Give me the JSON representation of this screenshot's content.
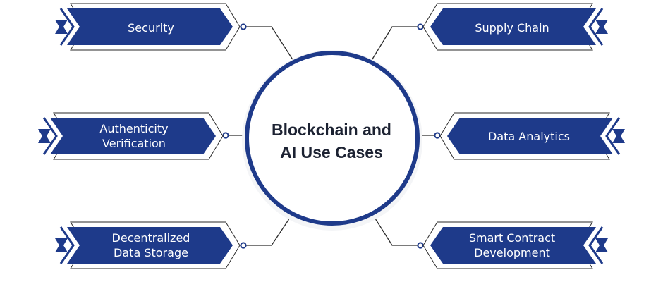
{
  "center": {
    "line1": "Blockchain and",
    "line2": "AI Use Cases"
  },
  "left": [
    {
      "lines": [
        "Security"
      ]
    },
    {
      "lines": [
        "Authenticity",
        "Verification"
      ]
    },
    {
      "lines": [
        "Decentralized",
        "Data Storage"
      ]
    }
  ],
  "right": [
    {
      "lines": [
        "Supply Chain"
      ]
    },
    {
      "lines": [
        "Data Analytics"
      ]
    },
    {
      "lines": [
        "Smart Contract",
        "Development"
      ]
    }
  ],
  "colors": {
    "banner": "#1e3a8a",
    "ring": "#1e3a8a",
    "connector": "#2a2a2a",
    "text": "#1c2232"
  }
}
